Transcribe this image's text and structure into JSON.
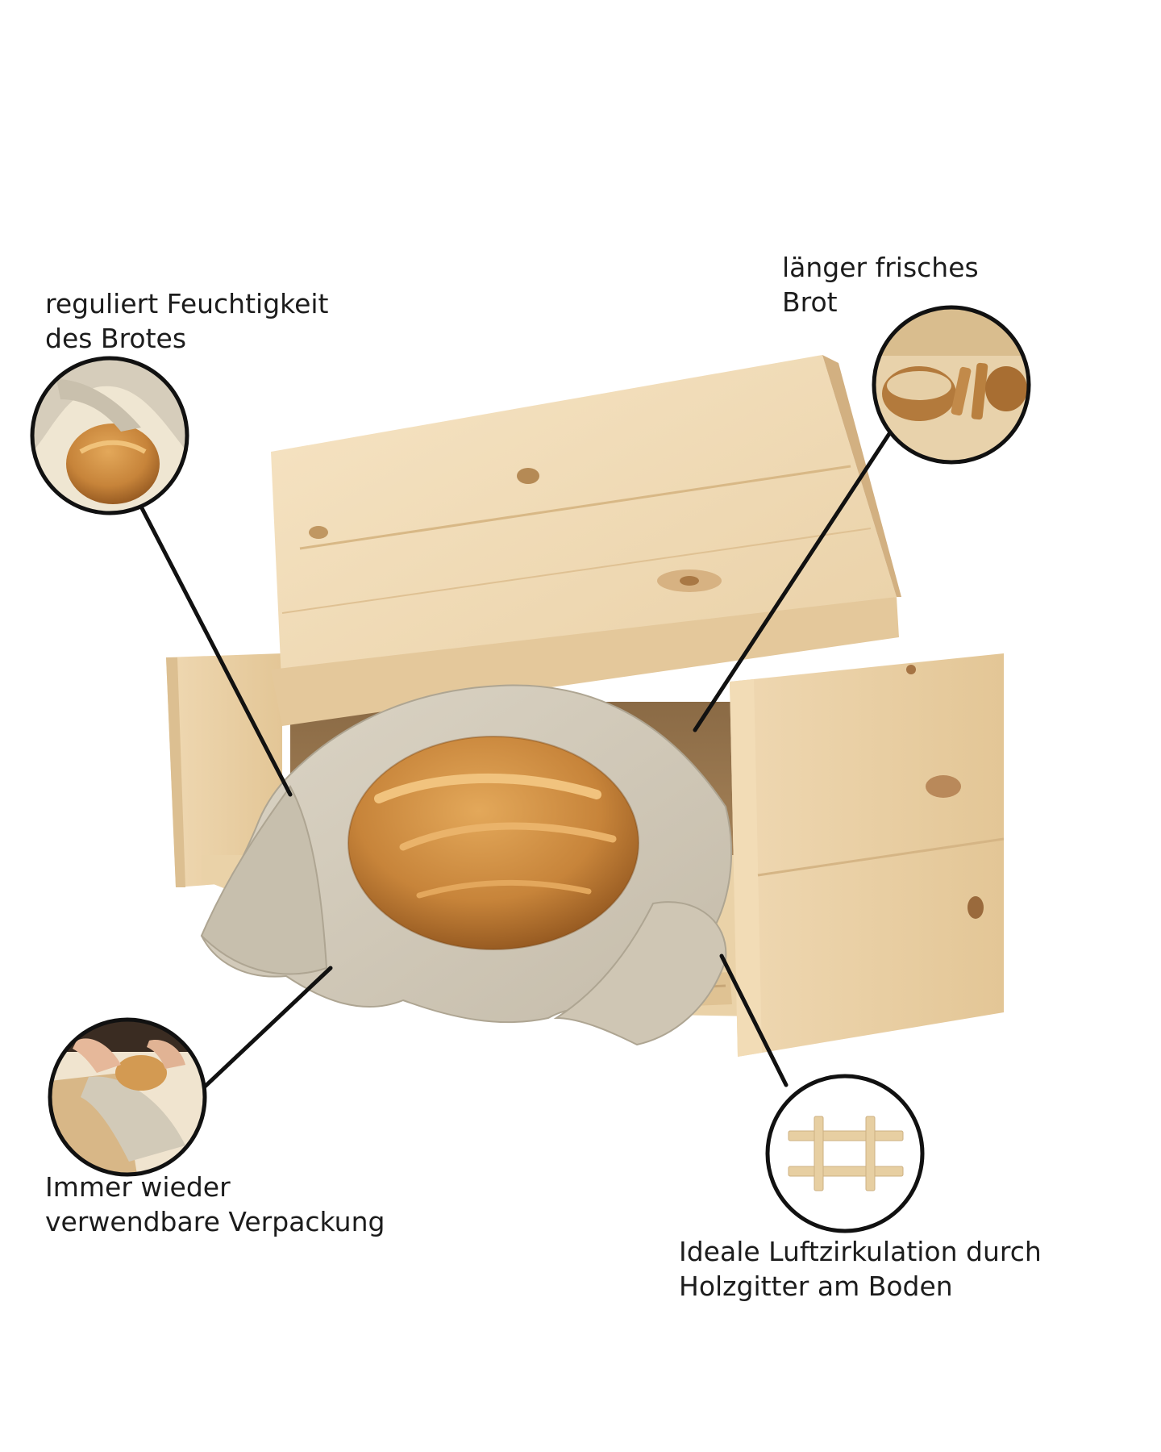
{
  "callouts": {
    "humidity": {
      "line1": "reguliert Feuchtigkeit",
      "line2": "des Brotes",
      "icon": "bread-in-cloth-icon"
    },
    "freshness": {
      "line1": "länger frisches",
      "line2": "Brot",
      "icon": "sliced-bread-icon"
    },
    "reusable": {
      "line1": "Immer wieder",
      "line2": "verwendbare Verpackung",
      "icon": "hands-wrapping-bread-icon"
    },
    "airflow": {
      "line1": "Ideale Luftzirkulation durch",
      "line2": "Holzgitter am Boden",
      "icon": "wooden-grid-icon"
    }
  },
  "colors": {
    "wood_light": "#f3dfbd",
    "wood_mid": "#e8cfa4",
    "wood_dark": "#d9b98a",
    "wood_shadow": "#c9a676",
    "linen": "#d8d0c0",
    "linen_dark": "#bdb4a3",
    "bread_crust": "#c98a3a",
    "bread_dark": "#9e5f22",
    "outline": "#111111"
  }
}
